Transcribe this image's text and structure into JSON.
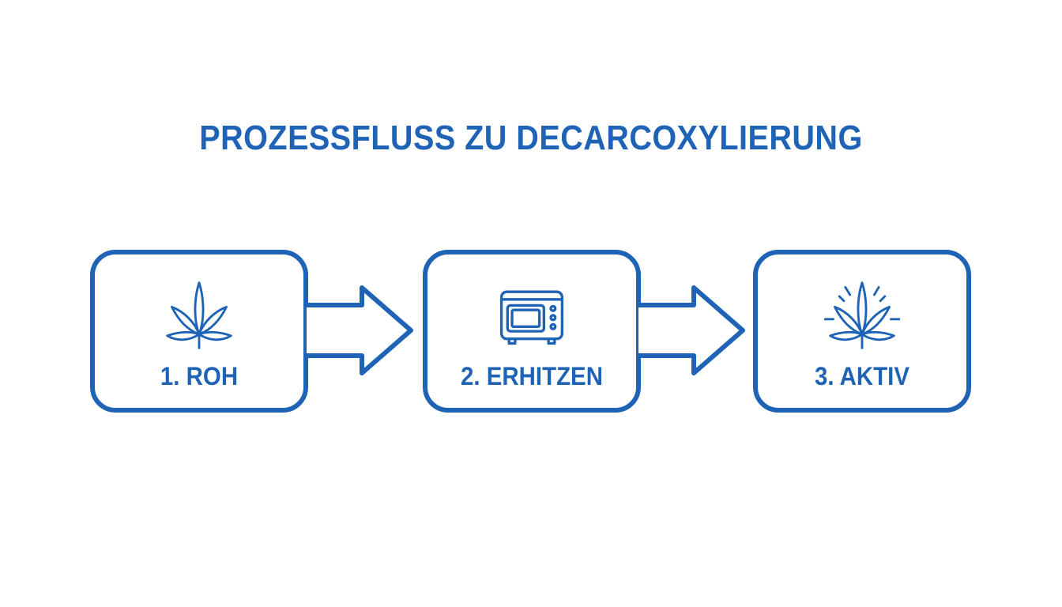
{
  "title": "PROZESSFLUSS ZU DECARCOXYLIERUNG",
  "colors": {
    "accent": "#1e63b5",
    "background": "#ffffff"
  },
  "steps": [
    {
      "label": "1. ROH",
      "icon": "cannabis-leaf-icon"
    },
    {
      "label": "2. ERHITZEN",
      "icon": "oven-icon"
    },
    {
      "label": "3. AKTIV",
      "icon": "activated-leaf-icon"
    }
  ]
}
